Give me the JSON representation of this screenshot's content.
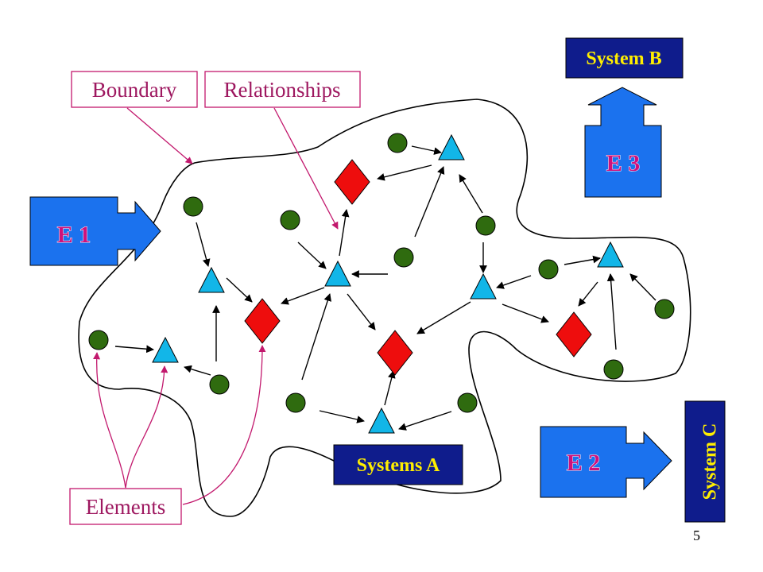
{
  "callouts": {
    "boundary": "Boundary",
    "relationships": "Relationships",
    "elements": "Elements"
  },
  "systems": {
    "a": "Systems A",
    "b": "System B",
    "c": "System C"
  },
  "environments": {
    "e1": "E 1",
    "e2": "E 2",
    "e3": "E 3"
  },
  "page_number": "5",
  "colors": {
    "circle": "#2f6b0f",
    "triangle": "#12b6e8",
    "diamond": "#ee0d0d",
    "environment_box": "#1b72ee",
    "system_box": "#0f1c8c",
    "system_text": "#ffee00",
    "callout": "#9e1860"
  }
}
